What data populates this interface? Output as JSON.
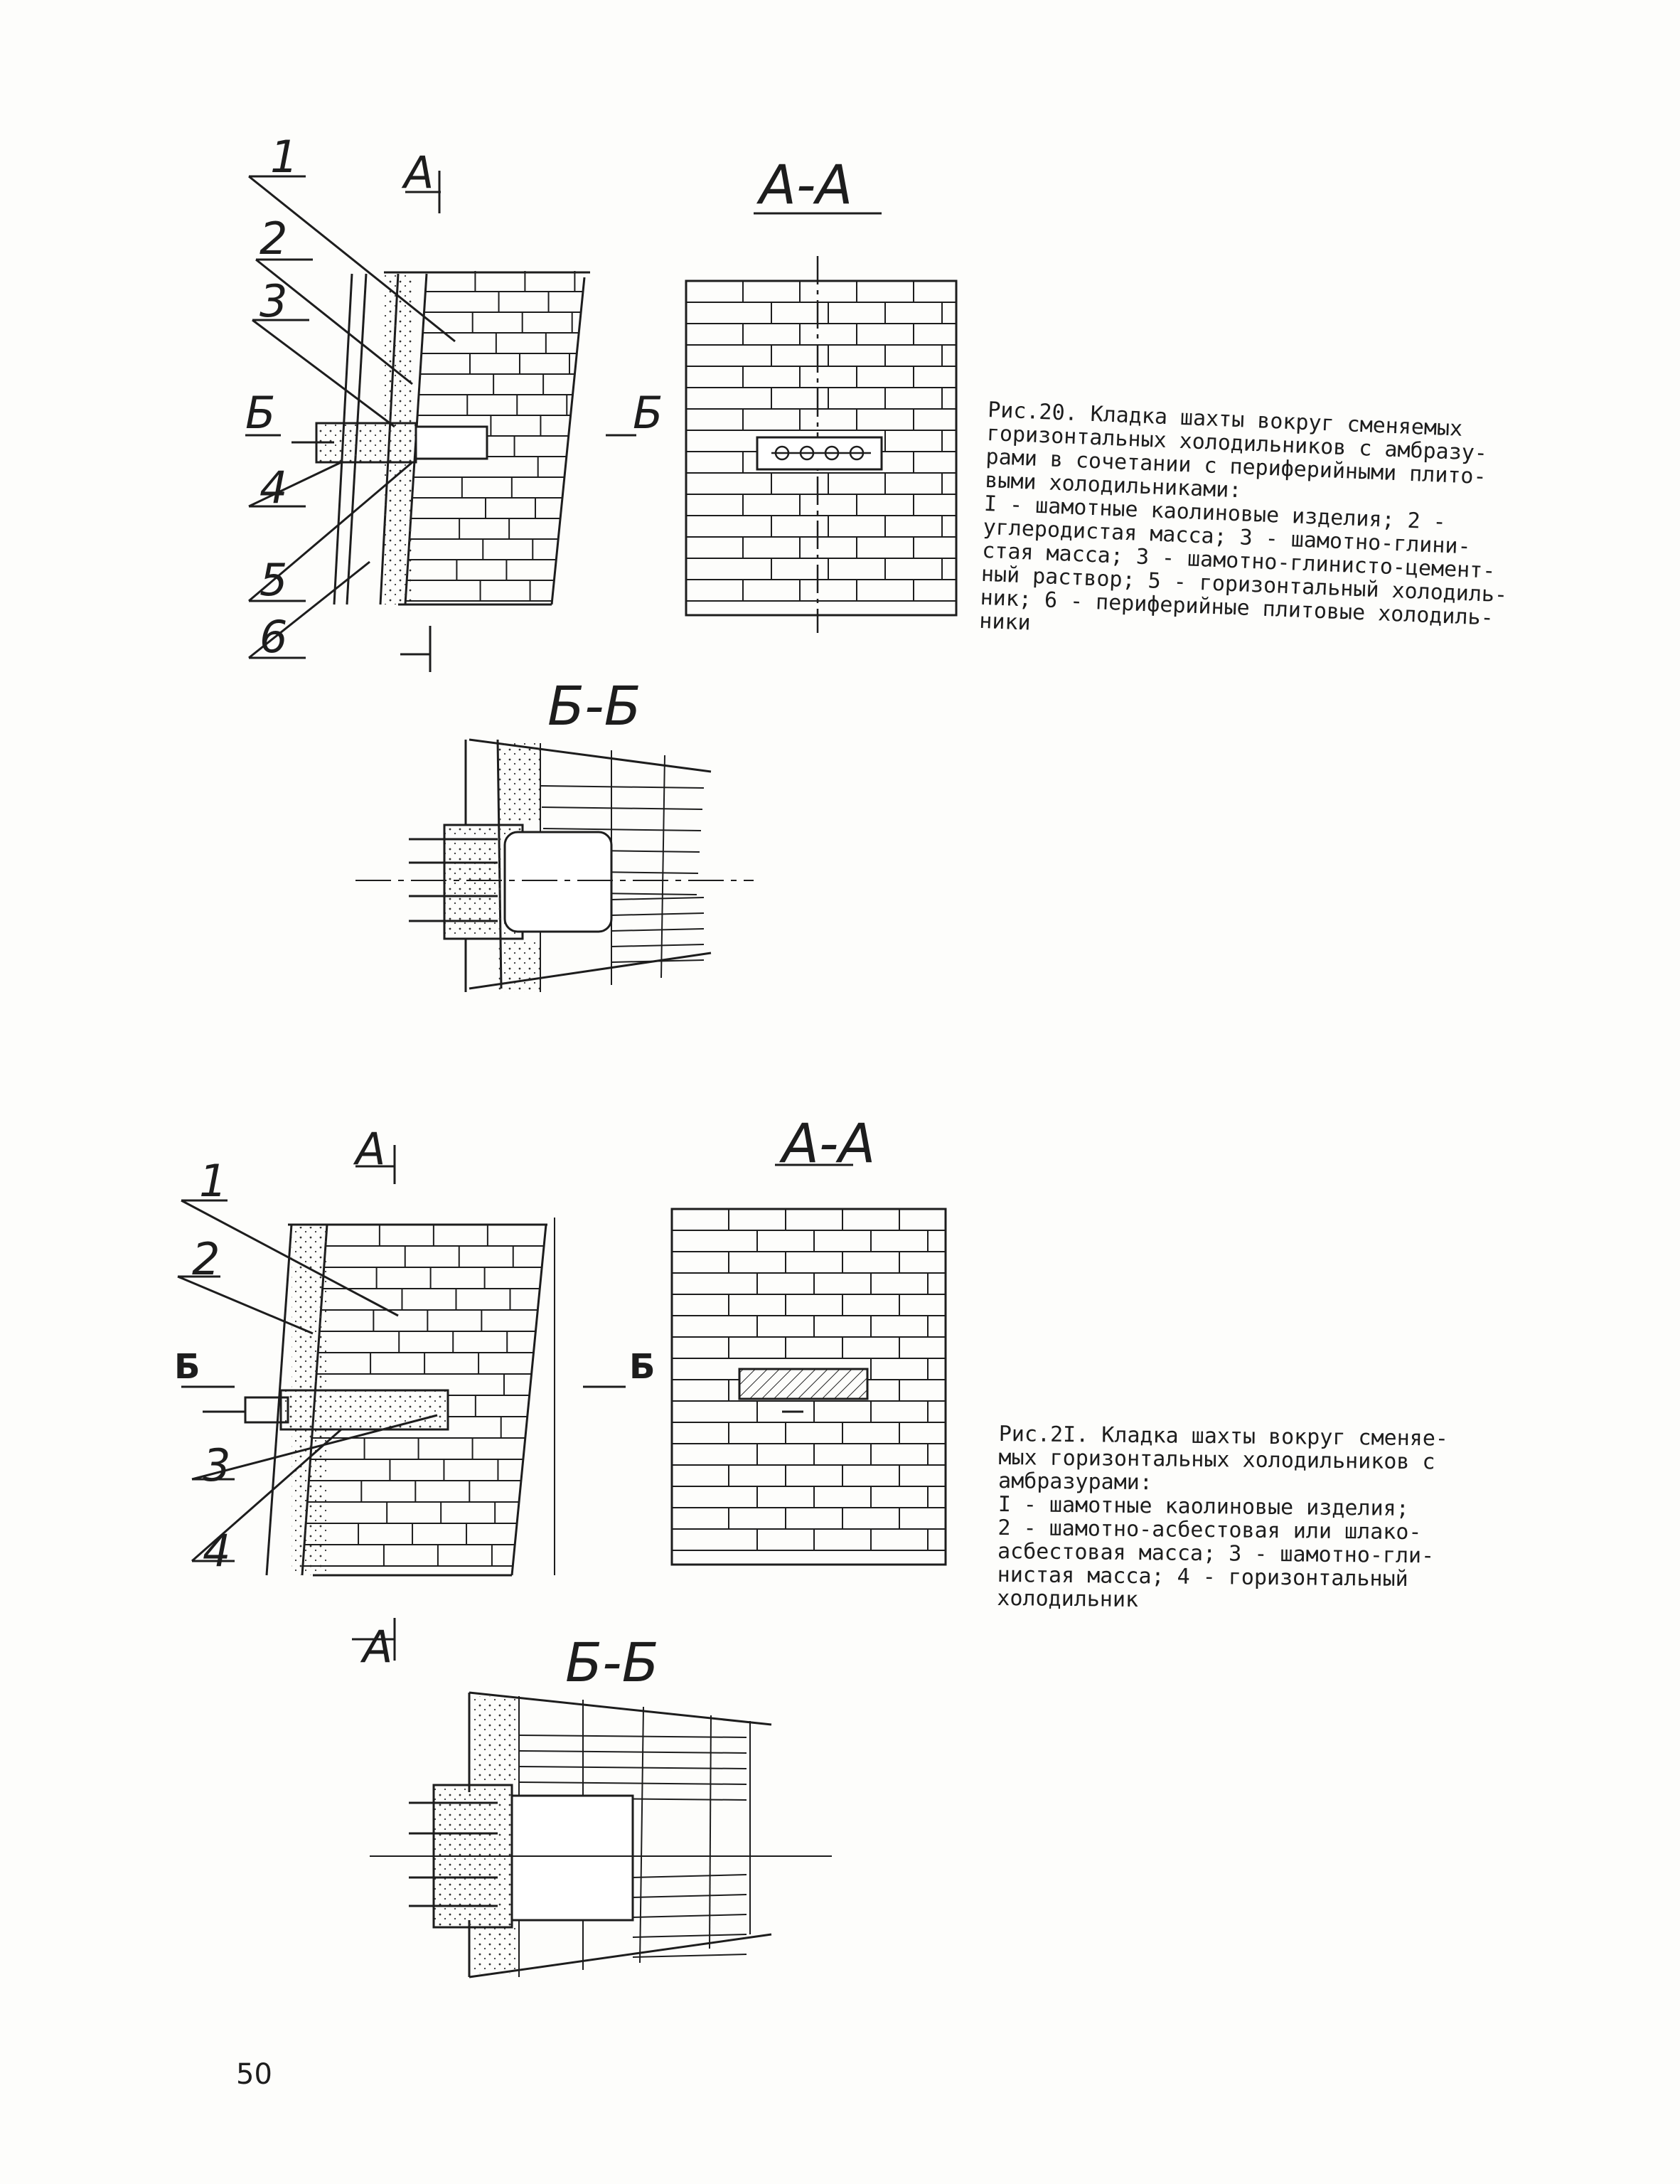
{
  "page_number": "50",
  "figure20": {
    "caption": [
      "Рис.20. Кладка шахты вокруг сменяемых",
      "горизонтальных холодильников с амбразу-",
      "рами в сочетании с периферийными плито-",
      "           выми холодильниками:",
      "I - шамотные каолиновые изделия; 2 -",
      "углеродистая масса; 3 - шамотно-глини-",
      "стая масса; 3 - шамотно-глинисто-цемент-",
      "ный раствор; 5 - горизонтальный холодиль-",
      "ник; 6 - периферийные плитовые холодиль-",
      "                  ники"
    ],
    "section_aa_left": "А",
    "section_aa_title": "А-А",
    "section_bb_left": "Б",
    "section_bb_right": "Б",
    "section_bb_title": "Б-Б",
    "callouts": [
      "1",
      "2",
      "3",
      "4",
      "5",
      "6"
    ]
  },
  "figure21": {
    "caption": [
      "Рис.2I. Кладка шахты вокруг сменяе-",
      "мых горизонтальных холодильников с",
      "           амбразурами:",
      "I - шамотные каолиновые изделия;",
      "2 - шамотно-асбестовая или шлако-",
      "асбестовая масса; 3 - шамотно-гли-",
      "нистая масса; 4 - горизонтальный",
      "             холодильник"
    ],
    "section_aa_top": "А",
    "section_aa_bottom": "А",
    "section_aa_title": "А-А",
    "section_bb_left": "Б",
    "section_bb_right": "Б",
    "section_bb_title": "Б-Б",
    "callouts": [
      "1",
      "2",
      "3",
      "4"
    ]
  }
}
